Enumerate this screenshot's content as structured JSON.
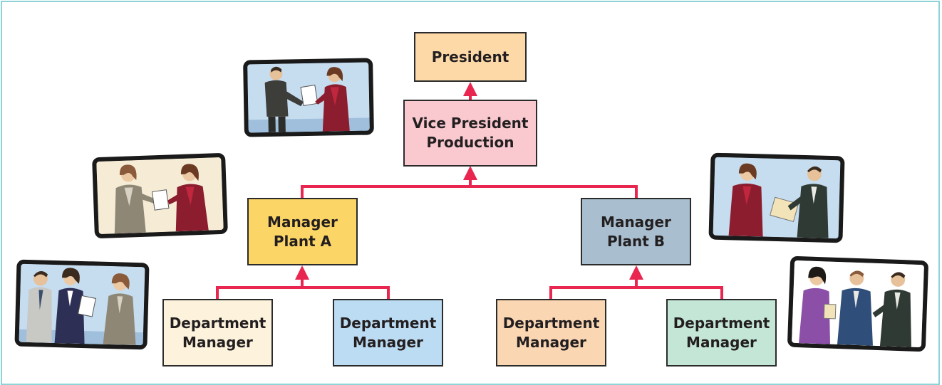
{
  "chart": {
    "nodes": {
      "president": {
        "lines": [
          "President"
        ],
        "fill": "#fdd9a8"
      },
      "vp": {
        "lines": [
          "Vice President",
          "Production"
        ],
        "fill": "#f9c9cf"
      },
      "mgr_a": {
        "lines": [
          "Manager",
          "Plant A"
        ],
        "fill": "#fbd566"
      },
      "mgr_b": {
        "lines": [
          "Manager",
          "Plant B"
        ],
        "fill": "#a9bfd0"
      },
      "dept1": {
        "lines": [
          "Department",
          "Manager"
        ],
        "fill": "#fdf3dc"
      },
      "dept2": {
        "lines": [
          "Department",
          "Manager"
        ],
        "fill": "#bcdcf3"
      },
      "dept3": {
        "lines": [
          "Department",
          "Manager"
        ],
        "fill": "#fad6b3"
      },
      "dept4": {
        "lines": [
          "Department",
          "Manager"
        ],
        "fill": "#c4e6d7"
      }
    },
    "connector_color": "#e8264f"
  },
  "illustrations": {
    "icon": "business-people-clipart",
    "frame_color": "#1a1a1a"
  }
}
